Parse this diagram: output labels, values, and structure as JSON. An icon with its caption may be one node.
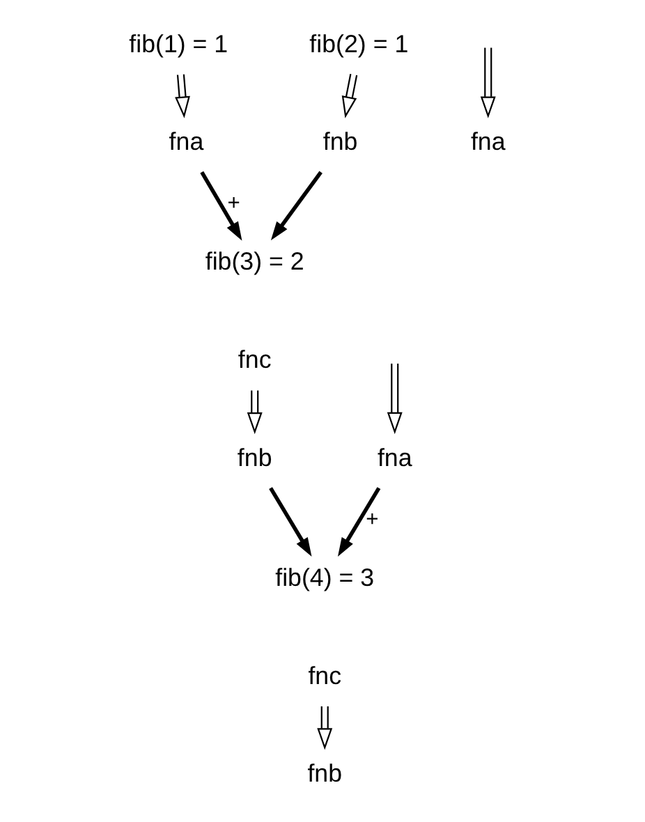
{
  "diagram": {
    "nodes": [
      {
        "text": [
          "fib(1) = 1"
        ]
      },
      {
        "text": [
          "fib(2) = 1"
        ]
      },
      {
        "text": [
          "fna"
        ]
      },
      {
        "text": [
          "fnb"
        ]
      },
      {
        "text": [
          "fib(3) = 2"
        ]
      },
      {
        "text": [
          "fnc"
        ]
      },
      {
        "text": [
          "fna"
        ]
      },
      {
        "text": [
          "fnb"
        ]
      },
      {
        "text": [
          "fib(4) = 3"
        ]
      },
      {
        "text": [
          "fnc"
        ]
      },
      {
        "text": [
          "fna"
        ]
      },
      {
        "text": [
          "fnb"
        ]
      }
    ],
    "edges": [
      {
        "from": 0,
        "to": 2,
        "arrow": "to"
      },
      {
        "from": 1,
        "to": 3,
        "arrow": "to"
      },
      {
        "from": 2,
        "to": 4,
        "arrow": "to",
        "style": "thick",
        "label": "+"
      },
      {
        "from": 3,
        "to": 4,
        "arrow": "to",
        "style": "thick"
      },
      {
        "from": null,
        "to": 6,
        "arrow": "to"
      },
      {
        "from": 5,
        "to": 7,
        "arrow": "to"
      },
      {
        "from": 6,
        "to": 8,
        "arrow": "to",
        "style": "thick",
        "label": "+"
      },
      {
        "from": 7,
        "to": 8,
        "arrow": "to",
        "style": "thick"
      },
      {
        "from": null,
        "to": 10,
        "arrow": "to"
      },
      {
        "from": 9,
        "to": 11,
        "arrow": "to"
      }
    ]
  }
}
